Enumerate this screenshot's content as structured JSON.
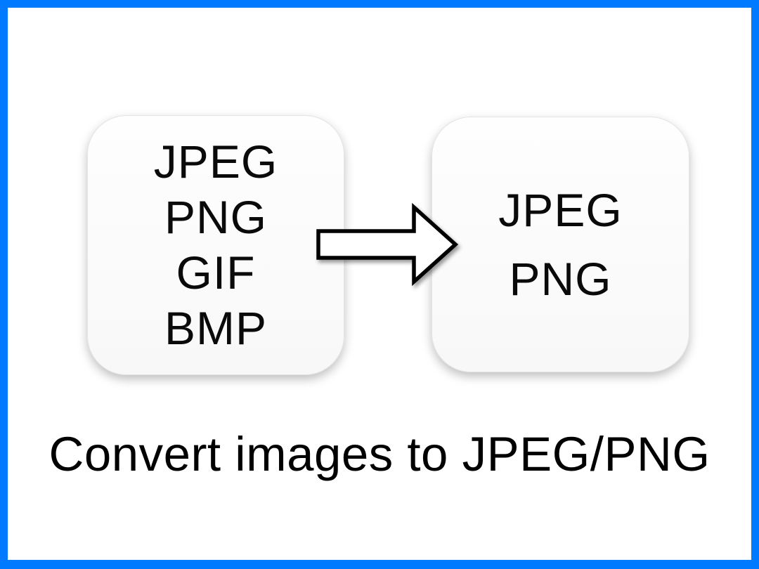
{
  "frame": {
    "border_color": "#007AFF",
    "background_color": "#FFFFFF"
  },
  "source_box": {
    "formats": [
      "JPEG",
      "PNG",
      "GIF",
      "BMP"
    ]
  },
  "target_box": {
    "formats": [
      "JPEG",
      "PNG"
    ]
  },
  "arrow": {
    "name": "right-arrow",
    "fill": "#FFFFFF",
    "stroke": "#000000"
  },
  "caption": {
    "text": "Convert images to JPEG/PNG"
  }
}
